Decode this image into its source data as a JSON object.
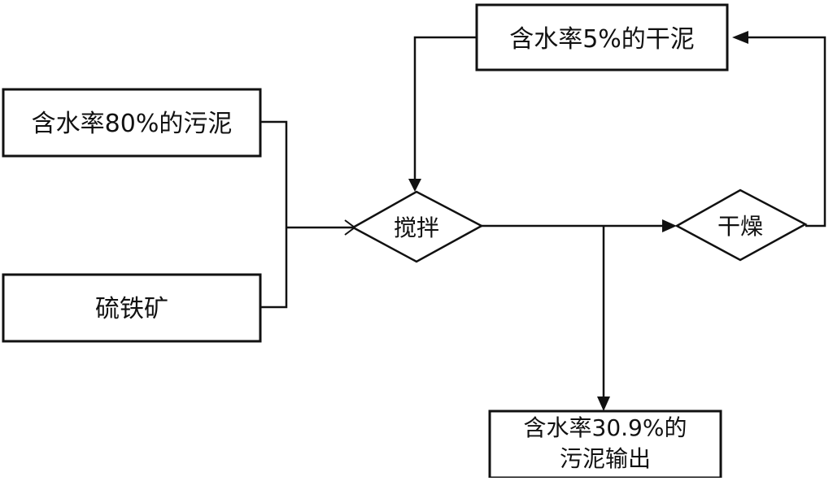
{
  "nodes": {
    "dry_sludge": {
      "label": "含水率5%的干泥"
    },
    "wet_sludge": {
      "label": "含水率80%的污泥"
    },
    "pyrite": {
      "label": "硫铁矿"
    },
    "mixing": {
      "label": "搅拌"
    },
    "drying": {
      "label": "干燥"
    },
    "output": {
      "line1": "含水率30.9%的",
      "line2": "污泥输出"
    }
  }
}
